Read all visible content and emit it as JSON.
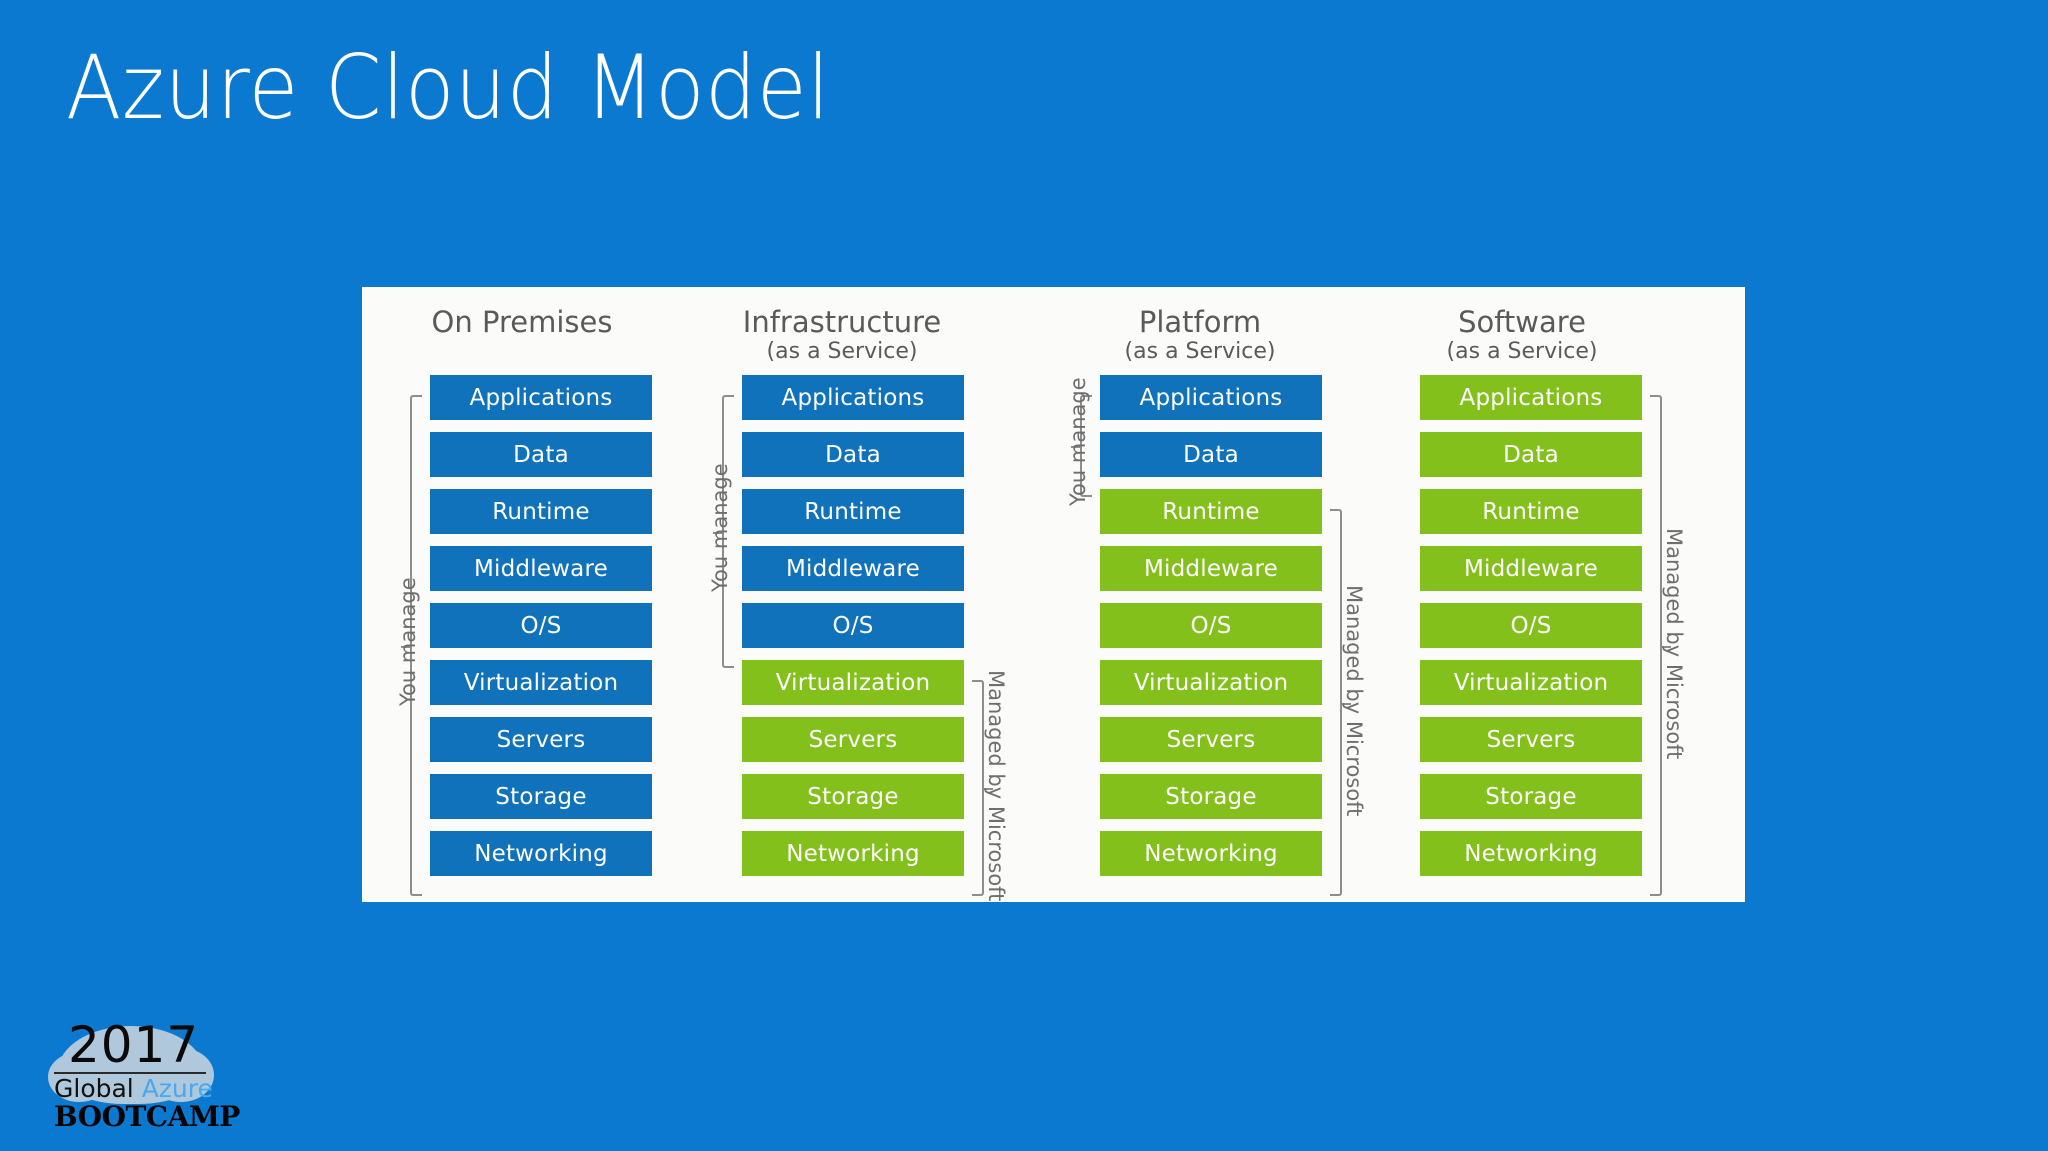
{
  "slide": {
    "title": "Azure Cloud Model",
    "background_color": "#0b79d0",
    "panel_background": "#fbfbfa"
  },
  "colors": {
    "you_manage": "#0f72ba",
    "managed_by_microsoft": "#84c01b",
    "title_text": "#ffffff",
    "header_text": "#5a5a5a",
    "bracket": "#8d8d8d"
  },
  "chart_data": {
    "type": "table",
    "title": "Azure Cloud Model",
    "layer_names": [
      "Applications",
      "Data",
      "Runtime",
      "Middleware",
      "O/S",
      "Virtualization",
      "Servers",
      "Storage",
      "Networking"
    ],
    "categories": [
      "On Premises",
      "Infrastructure",
      "Platform",
      "Software"
    ],
    "series": [
      {
        "name": "On Premises",
        "values": [
          "you",
          "you",
          "you",
          "you",
          "you",
          "you",
          "you",
          "you",
          "you"
        ]
      },
      {
        "name": "Infrastructure",
        "values": [
          "you",
          "you",
          "you",
          "you",
          "you",
          "ms",
          "ms",
          "ms",
          "ms"
        ]
      },
      {
        "name": "Platform",
        "values": [
          "you",
          "you",
          "ms",
          "ms",
          "ms",
          "ms",
          "ms",
          "ms",
          "ms"
        ]
      },
      {
        "name": "Software",
        "values": [
          "ms",
          "ms",
          "ms",
          "ms",
          "ms",
          "ms",
          "ms",
          "ms",
          "ms"
        ]
      }
    ],
    "legend": [
      "You manage",
      "Managed by Microsoft"
    ]
  },
  "columns": [
    {
      "title": "On Premises",
      "subtitle": "",
      "you_manage_label": "You manage",
      "managed_label": "",
      "layers": [
        {
          "label": "Applications",
          "owner": "you"
        },
        {
          "label": "Data",
          "owner": "you"
        },
        {
          "label": "Runtime",
          "owner": "you"
        },
        {
          "label": "Middleware",
          "owner": "you"
        },
        {
          "label": "O/S",
          "owner": "you"
        },
        {
          "label": "Virtualization",
          "owner": "you"
        },
        {
          "label": "Servers",
          "owner": "you"
        },
        {
          "label": "Storage",
          "owner": "you"
        },
        {
          "label": "Networking",
          "owner": "you"
        }
      ]
    },
    {
      "title": "Infrastructure",
      "subtitle": "(as a Service)",
      "you_manage_label": "You manage",
      "managed_label": "Managed by Microsoft",
      "layers": [
        {
          "label": "Applications",
          "owner": "you"
        },
        {
          "label": "Data",
          "owner": "you"
        },
        {
          "label": "Runtime",
          "owner": "you"
        },
        {
          "label": "Middleware",
          "owner": "you"
        },
        {
          "label": "O/S",
          "owner": "you"
        },
        {
          "label": "Virtualization",
          "owner": "ms"
        },
        {
          "label": "Servers",
          "owner": "ms"
        },
        {
          "label": "Storage",
          "owner": "ms"
        },
        {
          "label": "Networking",
          "owner": "ms"
        }
      ]
    },
    {
      "title": "Platform",
      "subtitle": "(as a Service)",
      "you_manage_label": "You manage",
      "managed_label": "Managed by Microsoft",
      "layers": [
        {
          "label": "Applications",
          "owner": "you"
        },
        {
          "label": "Data",
          "owner": "you"
        },
        {
          "label": "Runtime",
          "owner": "ms"
        },
        {
          "label": "Middleware",
          "owner": "ms"
        },
        {
          "label": "O/S",
          "owner": "ms"
        },
        {
          "label": "Virtualization",
          "owner": "ms"
        },
        {
          "label": "Servers",
          "owner": "ms"
        },
        {
          "label": "Storage",
          "owner": "ms"
        },
        {
          "label": "Networking",
          "owner": "ms"
        }
      ]
    },
    {
      "title": "Software",
      "subtitle": "(as a Service)",
      "you_manage_label": "",
      "managed_label": "Managed by Microsoft",
      "layers": [
        {
          "label": "Applications",
          "owner": "ms"
        },
        {
          "label": "Data",
          "owner": "ms"
        },
        {
          "label": "Runtime",
          "owner": "ms"
        },
        {
          "label": "Middleware",
          "owner": "ms"
        },
        {
          "label": "O/S",
          "owner": "ms"
        },
        {
          "label": "Virtualization",
          "owner": "ms"
        },
        {
          "label": "Servers",
          "owner": "ms"
        },
        {
          "label": "Storage",
          "owner": "ms"
        },
        {
          "label": "Networking",
          "owner": "ms"
        }
      ]
    }
  ],
  "logo": {
    "year": "2017",
    "global": "Global",
    "azure": "Azure",
    "bootcamp": "BOOTCAMP"
  }
}
